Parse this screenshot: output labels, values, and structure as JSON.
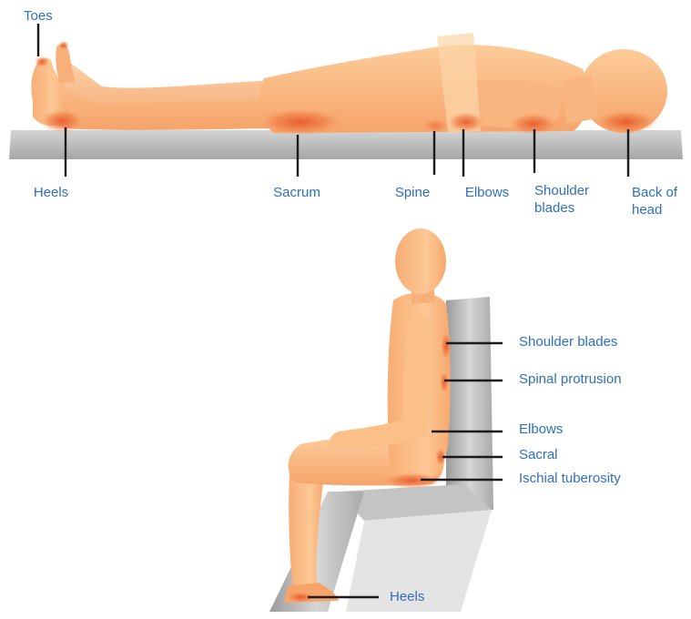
{
  "lying": {
    "toes": "Toes",
    "heels": "Heels",
    "sacrum": "Sacrum",
    "spine": "Spine",
    "elbows": "Elbows",
    "shoulder_blades": [
      "Shoulder",
      "blades"
    ],
    "back_of_head": [
      "Back of",
      "head"
    ]
  },
  "sitting": {
    "shoulder_blades": "Shoulder blades",
    "spinal_protrusion": "Spinal protrusion",
    "elbows": "Elbows",
    "sacral": "Sacral",
    "ischial_tuberosity": "Ischial tuberosity",
    "heels": "Heels"
  },
  "colors": {
    "label_text": "#2e6fbe",
    "skin": "#f9b47d",
    "pressure_area": "#e8582a",
    "surface": "#b5b5b5",
    "leader_line": "#1a1a1a"
  }
}
